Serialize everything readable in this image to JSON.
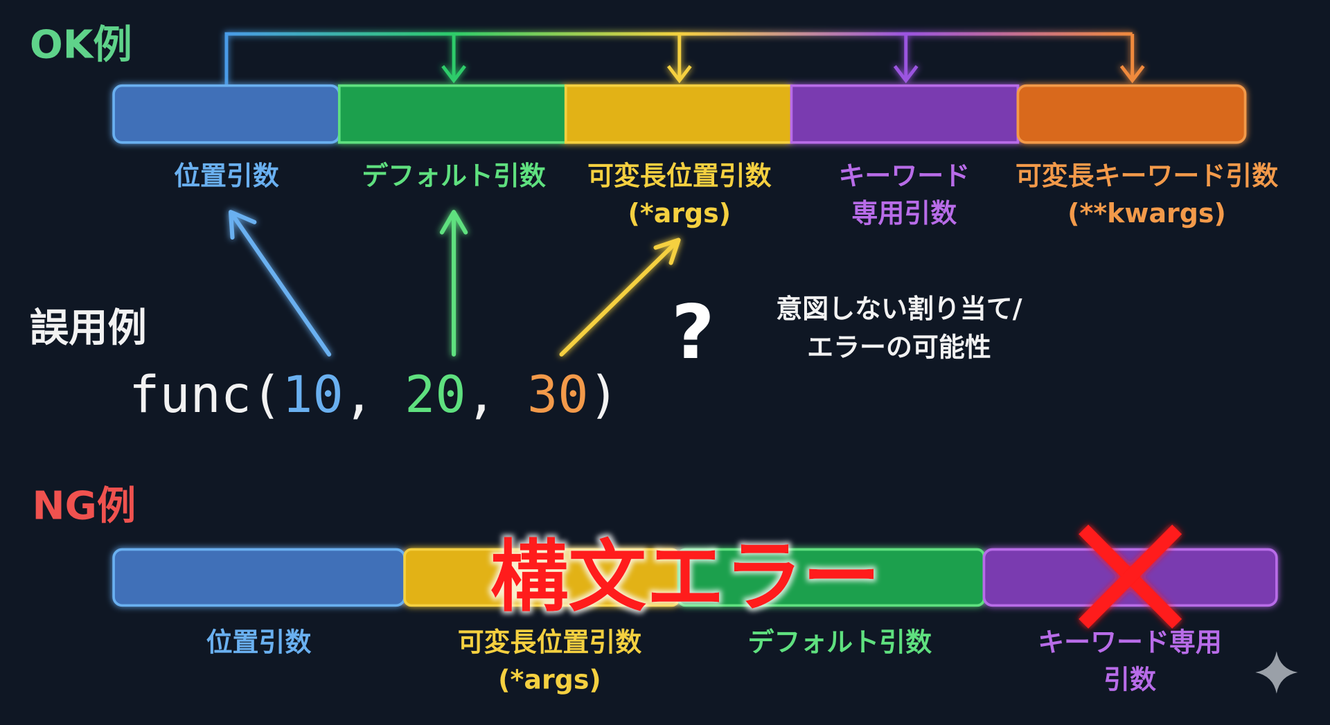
{
  "colors": {
    "background": "#0f1724",
    "blue": "#6ab0f0",
    "green": "#5fe07f",
    "yellow": "#f5d040",
    "purple": "#b86ce8",
    "orange": "#f39a4a",
    "red": "#ff1a1a",
    "ok_heading": "#5fd38a",
    "ng_heading": "#f0524f"
  },
  "ok": {
    "heading": "OK例",
    "labels": [
      {
        "line1": "位置引数",
        "line2": ""
      },
      {
        "line1": "デフォルト引数",
        "line2": ""
      },
      {
        "line1": "可変長位置引数",
        "line2": "(*args)"
      },
      {
        "line1": "キーワード",
        "line2": "専用引数"
      },
      {
        "line1": "可変長キーワード引数",
        "line2": "(**kwargs)"
      }
    ]
  },
  "misuse": {
    "heading": "誤用例",
    "code_func": "func(",
    "arg1": "10",
    "sep1": ", ",
    "arg2": "20",
    "sep2": ", ",
    "arg3": "30",
    "code_close": ")",
    "question": "?",
    "note_line1": "意図しない割り当て/",
    "note_line2": "エラーの可能性"
  },
  "ng": {
    "heading": "NG例",
    "error_text": "構文エラー",
    "labels": [
      {
        "line1": "位置引数",
        "line2": ""
      },
      {
        "line1": "可変長位置引数",
        "line2": "(*args)"
      },
      {
        "line1": "デフォルト引数",
        "line2": ""
      },
      {
        "line1": "キーワード専用",
        "line2": "引数"
      }
    ]
  },
  "icons": {
    "corner": "sparkle-icon",
    "invalid": "red-x-icon"
  }
}
